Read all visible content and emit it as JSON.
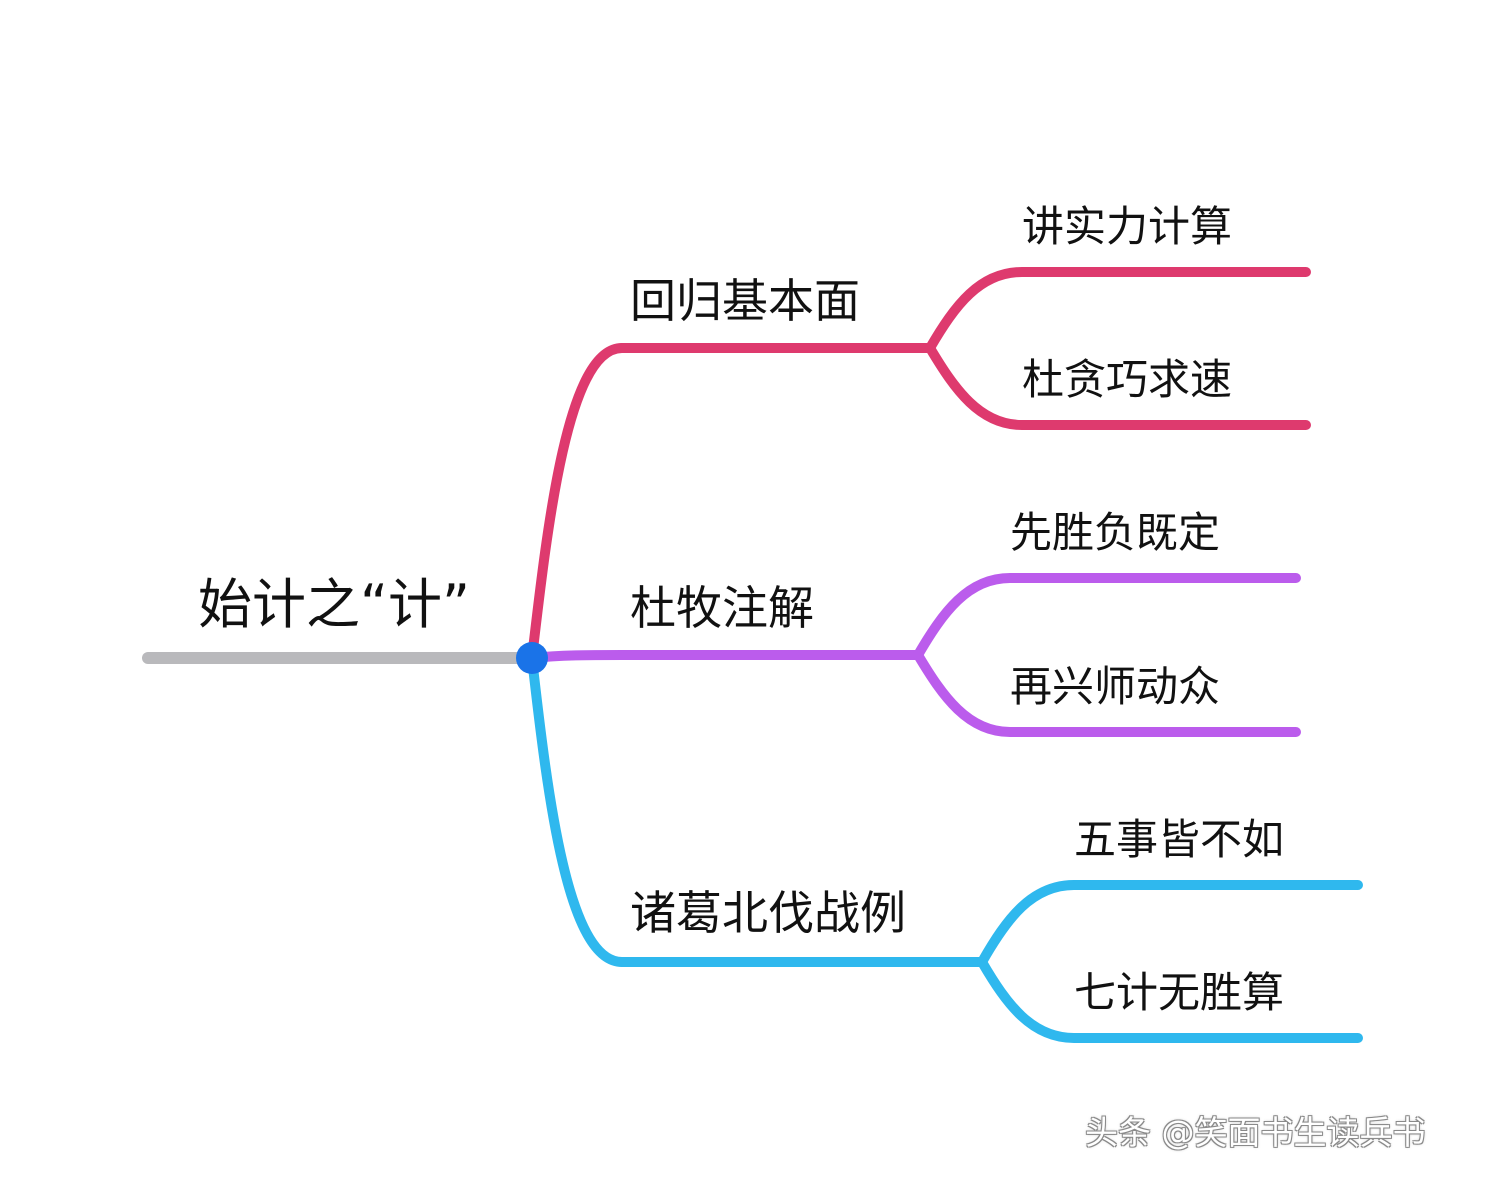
{
  "root": {
    "label": "始计之“计”",
    "line_color": "#b9b9bc",
    "node_color": "#1a73e8"
  },
  "branches": [
    {
      "label": "回归基本面",
      "color": "#de3a6e",
      "children": [
        {
          "label": "讲实力计算"
        },
        {
          "label": "杜贪巧求速"
        }
      ]
    },
    {
      "label": "杜牧注解",
      "color": "#bb5cec",
      "children": [
        {
          "label": "先胜负既定"
        },
        {
          "label": "再兴师动众"
        }
      ]
    },
    {
      "label": "诸葛北伐战例",
      "color": "#2fb8ee",
      "children": [
        {
          "label": "五事皆不如"
        },
        {
          "label": "七计无胜算"
        }
      ]
    }
  ],
  "watermark": "头条 @笑面书生读兵书"
}
